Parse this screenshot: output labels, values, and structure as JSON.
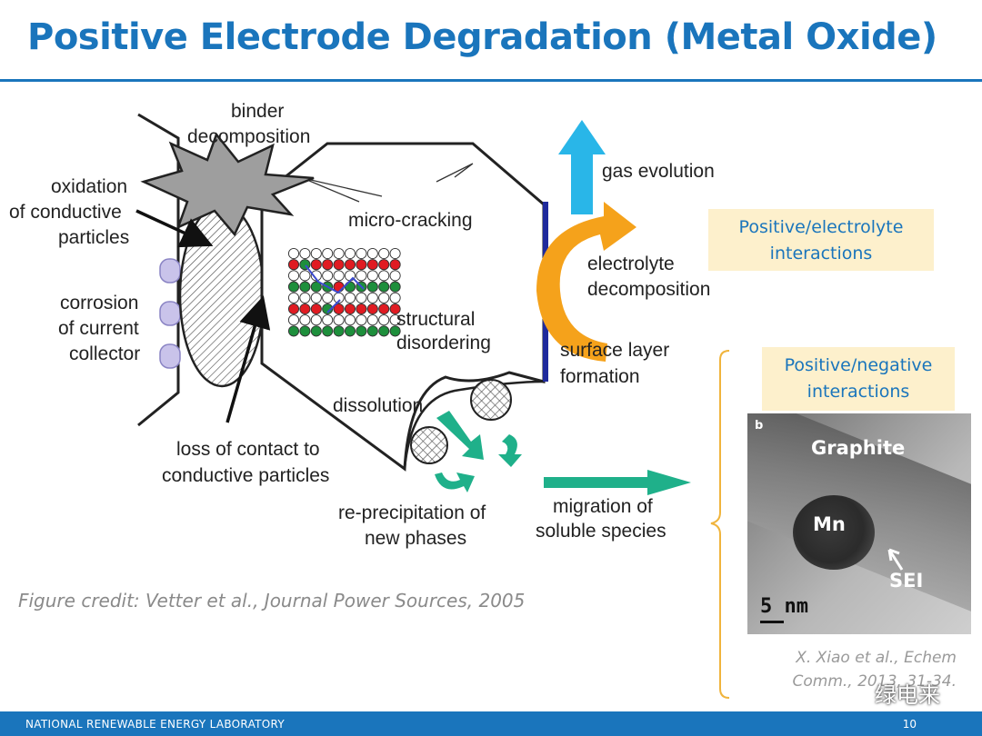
{
  "slide": {
    "title": "Positive Electrode Degradation (Metal Oxide)",
    "credit": "Figure credit: Vetter et al., Journal Power Sources, 2005",
    "page_number": "10"
  },
  "diagram": {
    "labels": {
      "binder1": "binder",
      "binder2": "decomposition",
      "oxidation1": "oxidation",
      "oxidation2": "of conductive",
      "oxidation3": "particles",
      "corrosion1": "corrosion",
      "corrosion2": "of current",
      "corrosion3": "collector",
      "microcracking": "micro-cracking",
      "structural1": "structural",
      "structural2": "disordering",
      "dissolution": "dissolution",
      "loss1": "loss of contact to",
      "loss2": "conductive particles",
      "reprecip1": "re-precipitation of",
      "reprecip2": "new phases",
      "migration1": "migration of",
      "migration2": "soluble species",
      "gas": "gas evolution",
      "electrolyte1": "electrolyte",
      "electrolyte2": "decomposition",
      "surface1": "surface layer",
      "surface2": "formation"
    }
  },
  "callouts": {
    "electrolyte_line1": "Positive/electrolyte",
    "electrolyte_line2": "interactions",
    "negative_line1": "Positive/negative",
    "negative_line2": "interactions"
  },
  "tem_image": {
    "panel_letter": "b",
    "graphite": "Graphite",
    "mn": "Mn",
    "sei": "SEI",
    "scale_value": "5",
    "scale_unit": "nm"
  },
  "reference": {
    "line1": "X. Xiao et al., Echem",
    "line2": "Comm., 2013, 31-34."
  },
  "watermark": "绿电来",
  "footer": {
    "org": "NATIONAL RENEWABLE ENERGY LABORATORY"
  },
  "colors": {
    "brand_blue": "#1a75bc",
    "callout_fill": "#fdf0cc",
    "arrow_cyan": "#29b6e8",
    "arrow_orange": "#f5a21b",
    "arrow_green": "#1fb08a",
    "atom_red": "#e01b22",
    "atom_green": "#1e8f3c"
  }
}
